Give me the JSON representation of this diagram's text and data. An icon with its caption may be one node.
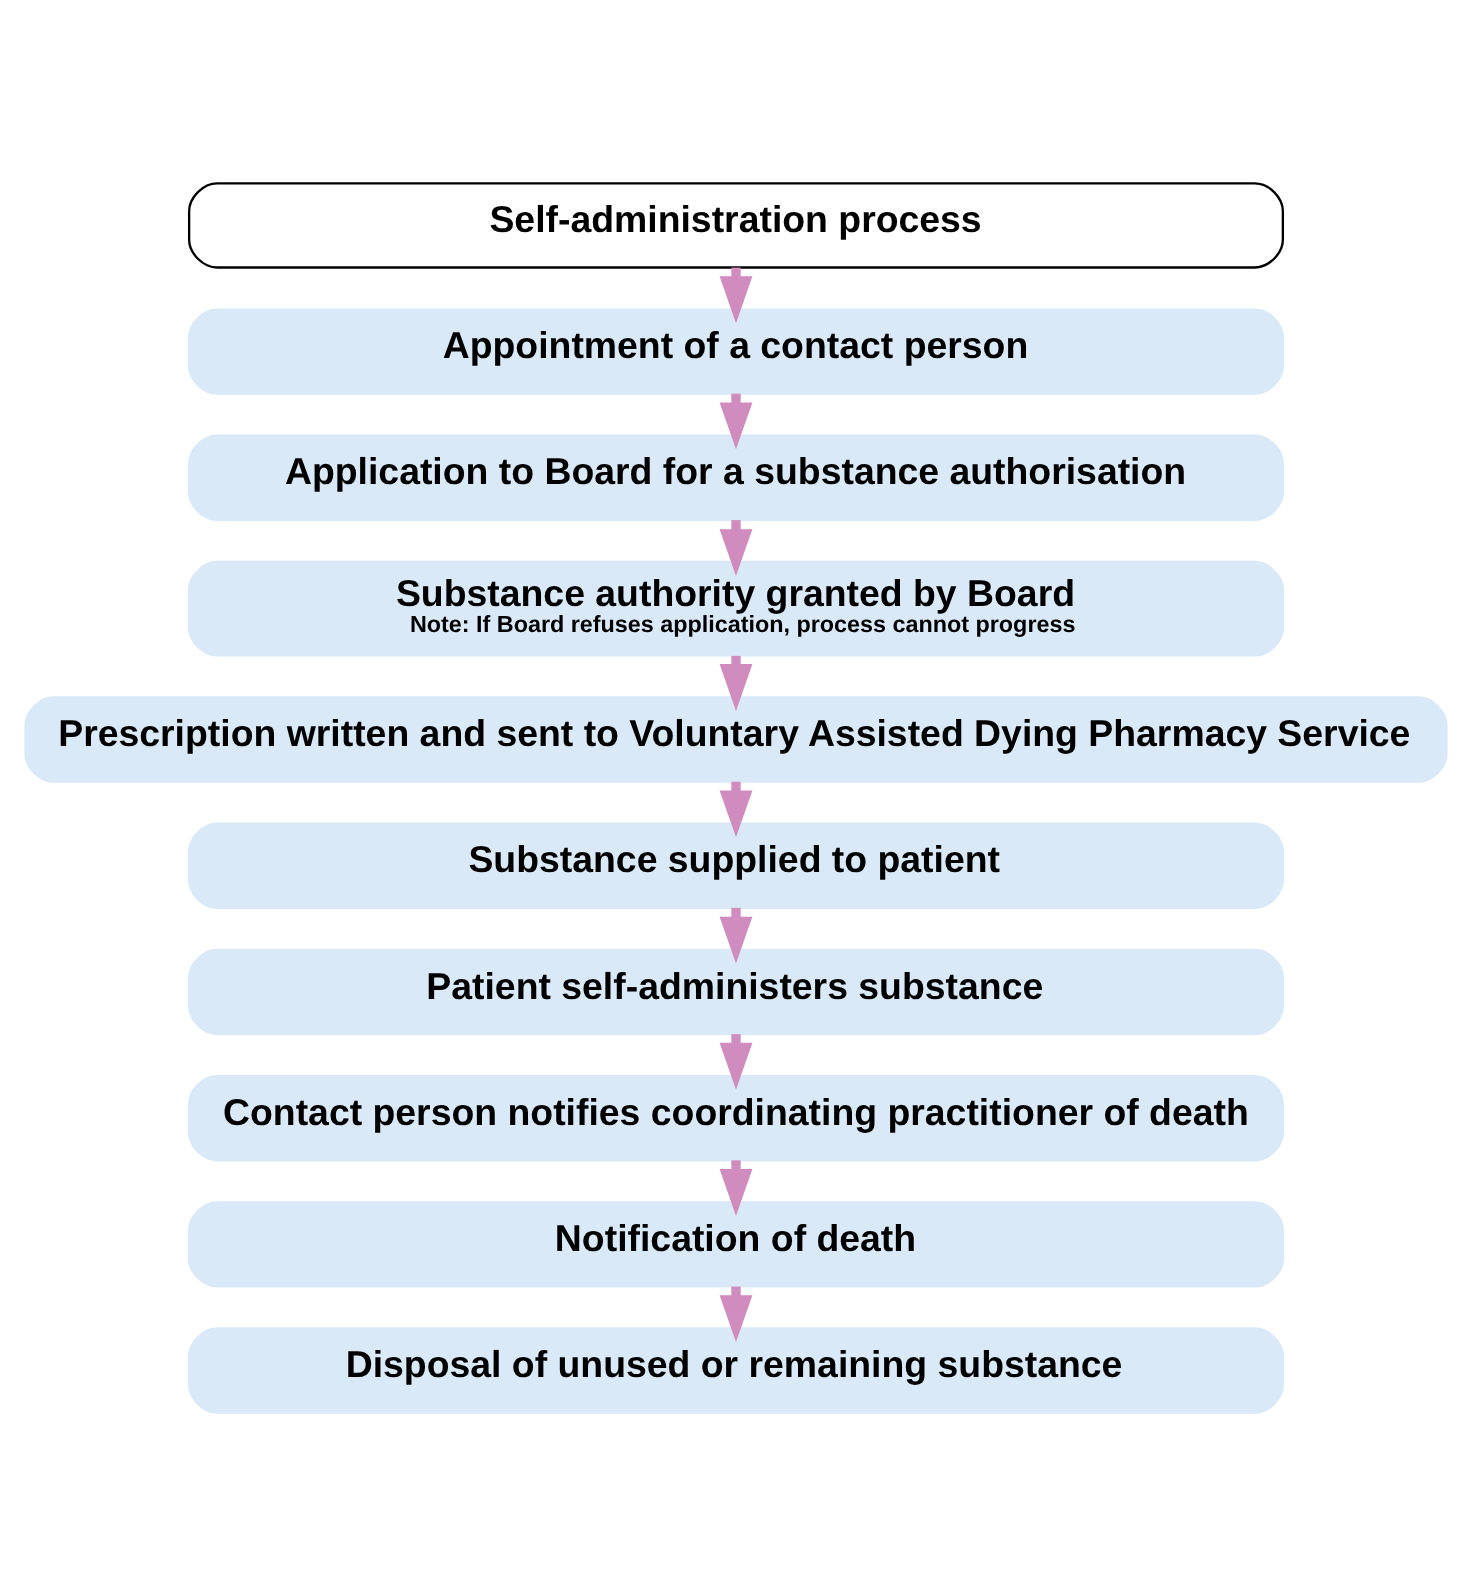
{
  "diagram": {
    "nodes": [
      {
        "text": [
          "Self-administration process"
        ]
      },
      {
        "text": [
          "Appointment of a contact person"
        ]
      },
      {
        "text": [
          "Application to Board for a substance authorisation"
        ]
      },
      {
        "text": [
          "Substance authority granted by Board",
          "Note: If Board refuses application, process cannot progress"
        ]
      },
      {
        "text": [
          "Prescription written and sent to Voluntary Assisted Dying Pharmacy Service"
        ]
      },
      {
        "text": [
          "Substance supplied to patient"
        ]
      },
      {
        "text": [
          "Patient self-administers substance"
        ]
      },
      {
        "text": [
          "Contact person notifies coordinating practitioner of death"
        ]
      },
      {
        "text": [
          "Notification of death"
        ]
      },
      {
        "text": [
          "Disposal of unused or remaining substance"
        ]
      }
    ],
    "edges": [
      {
        "from": 0,
        "to": 1,
        "arrow": "to"
      },
      {
        "from": 1,
        "to": 2,
        "arrow": "to"
      },
      {
        "from": 2,
        "to": 3,
        "arrow": "to"
      },
      {
        "from": 3,
        "to": 4,
        "arrow": "to"
      },
      {
        "from": 4,
        "to": 5,
        "arrow": "to"
      },
      {
        "from": 5,
        "to": 6,
        "arrow": "to"
      },
      {
        "from": 6,
        "to": 7,
        "arrow": "to"
      },
      {
        "from": 7,
        "to": 8,
        "arrow": "to"
      },
      {
        "from": 8,
        "to": 9,
        "arrow": "to"
      }
    ]
  }
}
